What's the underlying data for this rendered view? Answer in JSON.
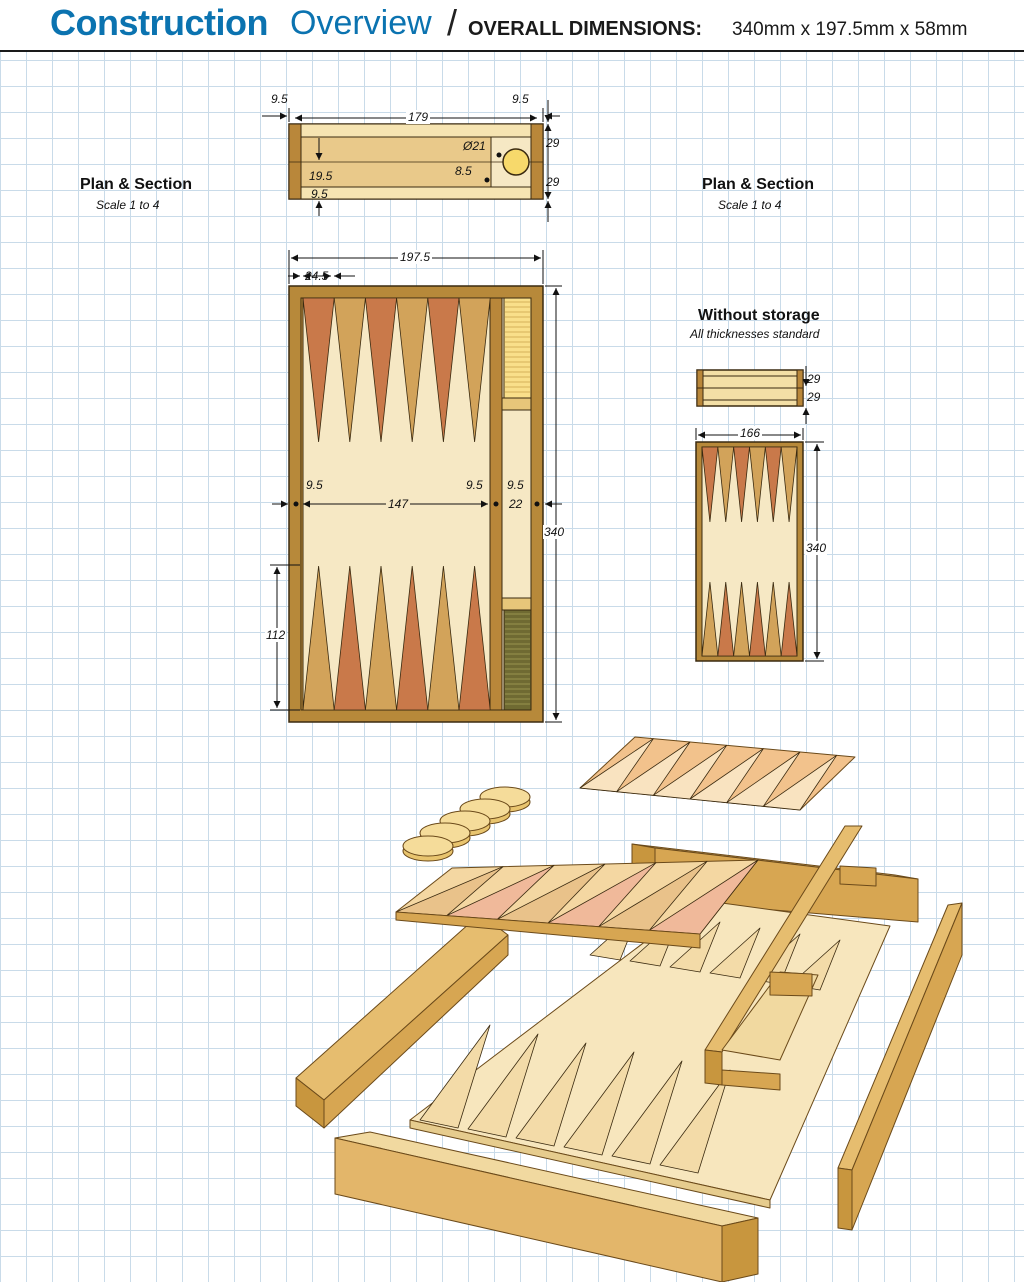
{
  "header": {
    "title_bold": "Construction",
    "title_light": "Overview",
    "slash": "/",
    "dims_label": "OVERALL DIMENSIONS:",
    "dims_value": "340mm x 197.5mm  x 58mm"
  },
  "plan_left": {
    "heading": "Plan & Section",
    "scale": "Scale 1 to 4"
  },
  "plan_right": {
    "heading": "Plan & Section",
    "scale": "Scale 1 to 4"
  },
  "without_storage": {
    "heading": "Without storage",
    "note": "All thicknesses standard"
  },
  "dims": {
    "section_end_left": "9.5",
    "section_end_right": "9.5",
    "section_width": "179",
    "section_hole_dia": "Ø21",
    "section_depth": "19.5",
    "section_offset": "8.5",
    "section_base": "9.5",
    "section_h_top": "29",
    "section_h_bottom": "29",
    "plan_width": "197.5",
    "plan_point_width": "24.5",
    "plan_side_left": "9.5",
    "plan_inner_width": "147",
    "plan_side_mid": "9.5",
    "plan_side_right": "9.5",
    "plan_storage_width": "22",
    "plan_length": "340",
    "plan_point_length": "112",
    "alt_h_top": "29",
    "alt_h_bottom": "29",
    "alt_width": "166",
    "alt_length": "340"
  },
  "colors": {
    "frame": "#c8963e",
    "board": "#f6e8c4",
    "point_dark": "#c9794a",
    "point_light": "#d2a35a",
    "title_blue": "#0b73b0",
    "grid": "#c9dbe9"
  }
}
